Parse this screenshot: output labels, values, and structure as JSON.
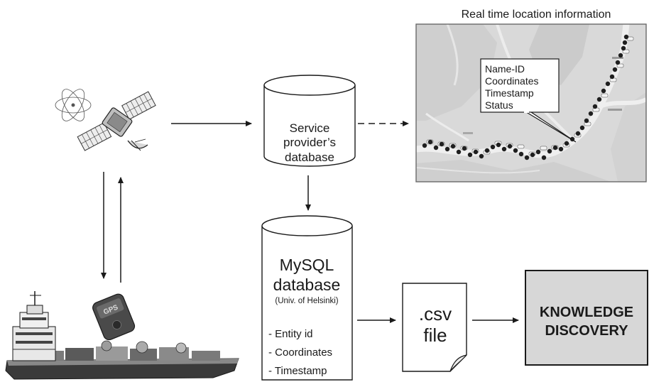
{
  "map_panel": {
    "title": "Real time location information",
    "callout_lines": [
      "Name-ID",
      "Coordinates",
      "Timestamp",
      "Status"
    ]
  },
  "service_db": {
    "lines": [
      "Service",
      "provider’s",
      "database"
    ]
  },
  "mysql_db": {
    "title_line1": "MySQL",
    "title_line2": "database",
    "subtitle": "(Univ. of Helsinki)",
    "fields": [
      "- Entity id",
      "- Coordinates",
      "- Timestamp"
    ]
  },
  "csv_file": {
    "line1": ".csv",
    "line2": "file"
  },
  "knowledge_box": {
    "line1": "KNOWLEDGE",
    "line2": "DISCOVERY"
  },
  "gps_device": {
    "label": "GPS"
  },
  "colors": {
    "stroke": "#1a1a1a",
    "knowledge_fill": "#d7d7d7",
    "map_bg": "#d9d9d9",
    "map_land": "#c9c9c9",
    "map_border": "#6a6a6a",
    "vessel_marker": "#1f1f1f"
  },
  "icons": [
    "satellite-icon",
    "gps-device-icon",
    "barge-icon"
  ]
}
